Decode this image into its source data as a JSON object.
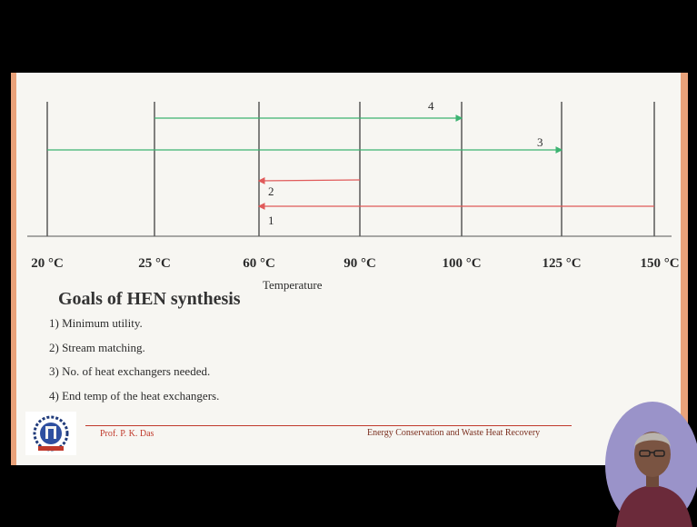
{
  "axis": {
    "ticks": [
      "20 °C",
      "25 °C",
      "60 °C",
      "90 °C",
      "100 °C",
      "125 °C",
      "150 °C"
    ],
    "title": "Temperature"
  },
  "streams": [
    {
      "label": "1",
      "type": "hot",
      "color": "#e05a5a"
    },
    {
      "label": "2",
      "type": "hot",
      "color": "#e05a5a"
    },
    {
      "label": "3",
      "type": "cold",
      "color": "#3cb371"
    },
    {
      "label": "4",
      "type": "cold",
      "color": "#3cb371"
    }
  ],
  "goals": {
    "title": "Goals of HEN synthesis",
    "items": [
      "1)  Minimum utility.",
      "2)  Stream matching.",
      "3)  No. of heat exchangers needed.",
      "4)  End temp of the heat exchangers."
    ]
  },
  "footer": {
    "author": "Prof. P. K. Das",
    "course": "Energy Conservation and Waste Heat Recovery"
  }
}
